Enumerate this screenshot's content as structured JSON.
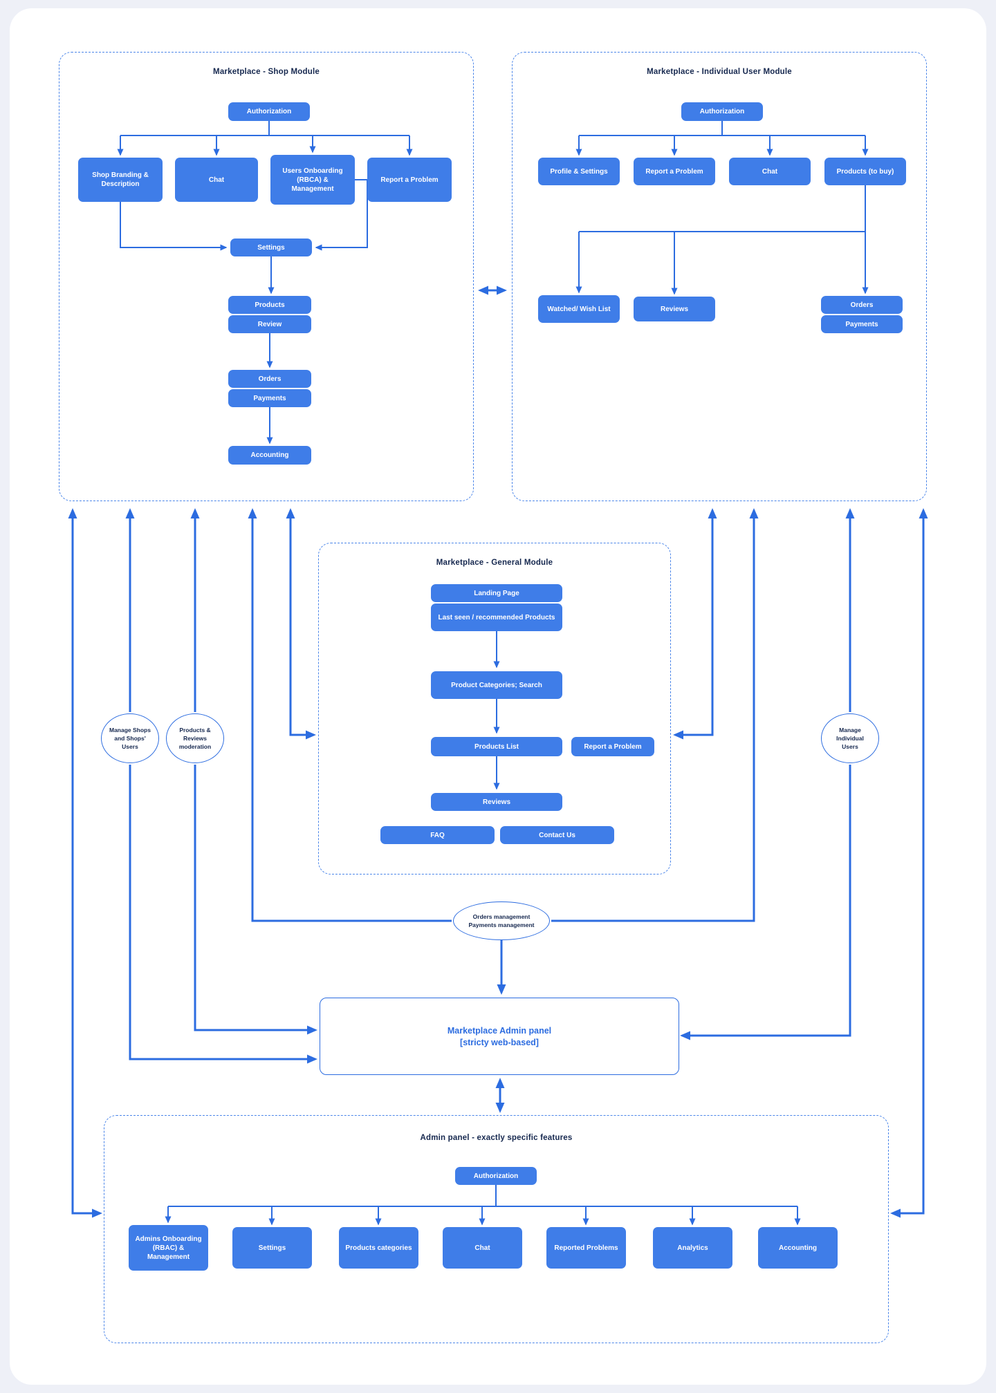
{
  "colors": {
    "node": "#3f7de8",
    "arrow": "#2c6ce0",
    "title": "#16284f",
    "background": "#eef0f7",
    "card": "#ffffff"
  },
  "modules": {
    "shop": {
      "title": "Marketplace - Shop Module",
      "nodes": {
        "authorization": "Authorization",
        "branding": "Shop Branding & Description",
        "chat": "Chat",
        "users_onboarding": "Users Onboarding (RBCA) & Management",
        "report_problem": "Report a Problem",
        "settings": "Settings",
        "products": "Products",
        "review": "Review",
        "orders": "Orders",
        "payments": "Payments",
        "accounting": "Accounting"
      }
    },
    "individual": {
      "title": "Marketplace - Individual User Module",
      "nodes": {
        "authorization": "Authorization",
        "profile_settings": "Profile & Settings",
        "report_problem": "Report a Problem",
        "chat": "Chat",
        "products_to_buy": "Products (to buy)",
        "watched_wish_list": "Watched/ Wish List",
        "reviews": "Reviews",
        "orders": "Orders",
        "payments": "Payments"
      }
    },
    "general": {
      "title": "Marketplace - General Module",
      "nodes": {
        "landing_page": "Landing Page",
        "last_seen": "Last seen / recommended Products",
        "categories_search": "Product Categories; Search",
        "products_list": "Products List",
        "report_problem": "Report a Problem",
        "reviews": "Reviews",
        "faq": "FAQ",
        "contact_us": "Contact Us"
      }
    },
    "admin_features": {
      "title": "Admin panel - exactly specific features",
      "nodes": {
        "authorization": "Authorization",
        "admins_onboarding": "Admins Onboarding (RBAC) & Management",
        "settings": "Settings",
        "products_categories": "Products categories",
        "chat": "Chat",
        "reported_problems": "Reported Problems",
        "analytics": "Analytics",
        "accounting": "Accounting"
      }
    }
  },
  "admin_panel": {
    "line1": "Marketplace Admin panel",
    "line2": "[stricty web-based]"
  },
  "bubbles": {
    "manage_shops": "Manage Shops and Shops' Users",
    "moderation": "Products & Reviews moderation",
    "manage_individual": "Manage Individual Users",
    "orders_line1": "Orders management",
    "orders_line2": "Payments management"
  }
}
